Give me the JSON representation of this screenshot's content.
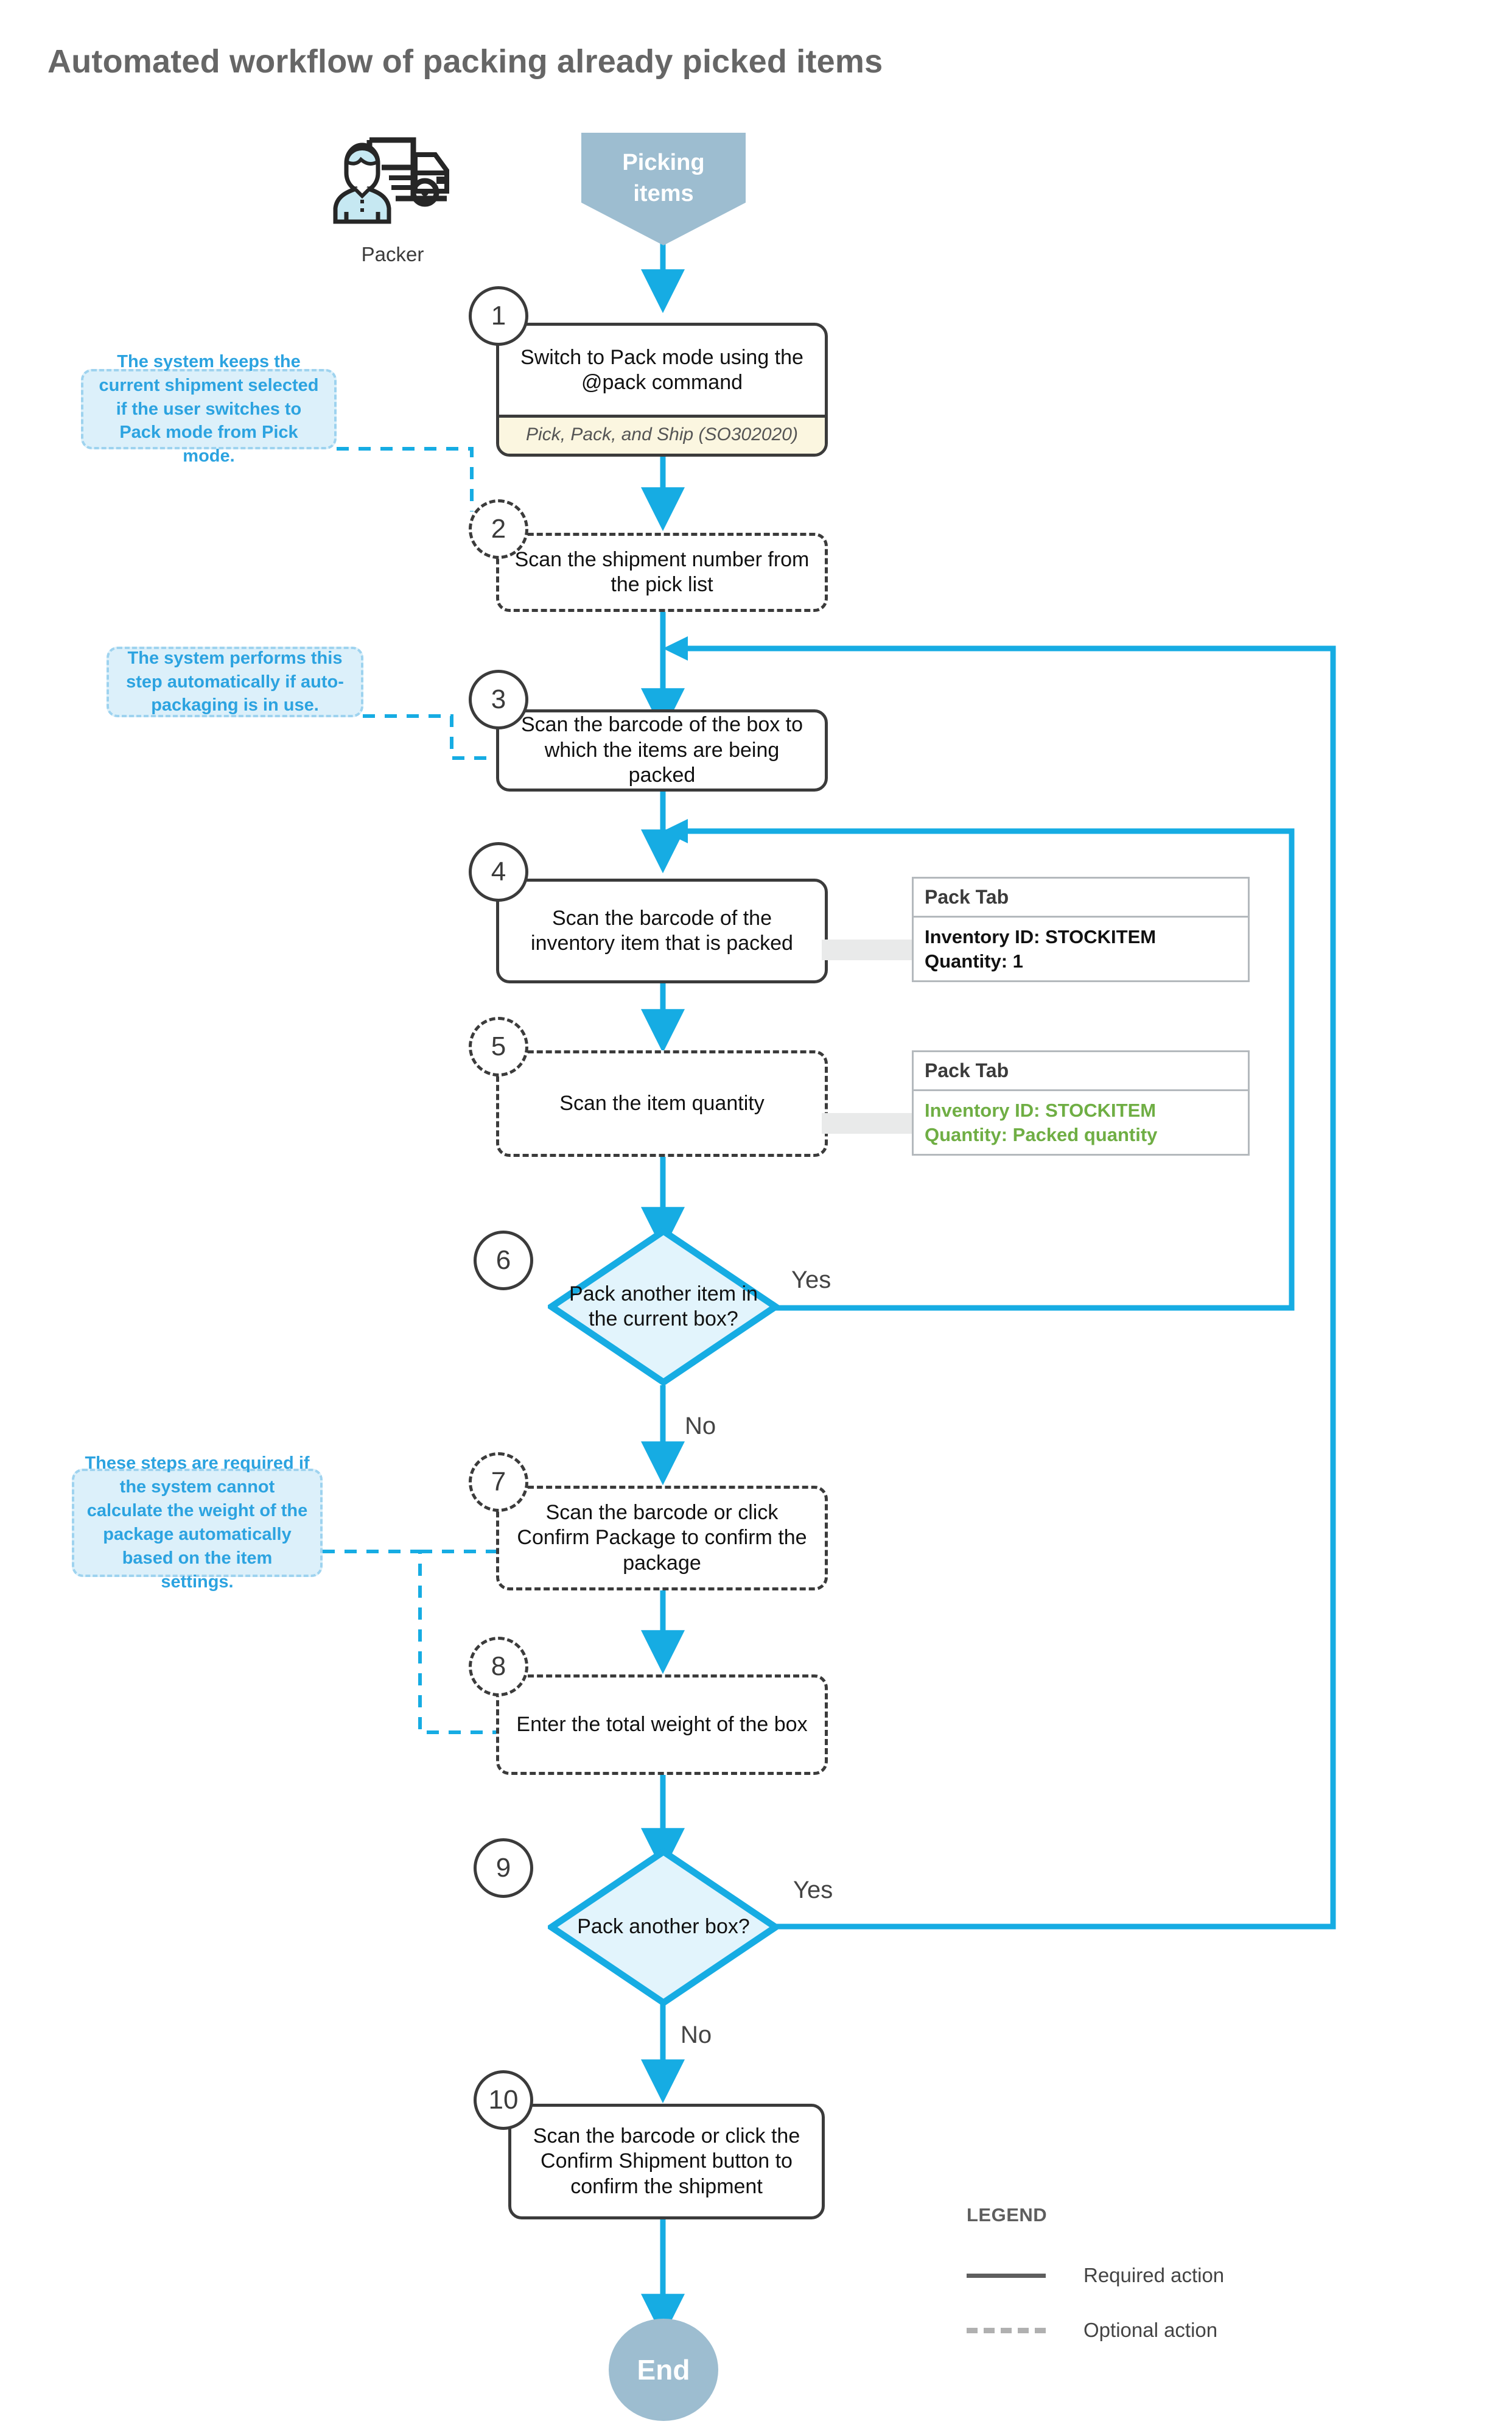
{
  "title": "Automated workflow of packing already picked items",
  "actor": {
    "label": "Packer",
    "icon": "packer-truck-icon"
  },
  "start": {
    "label": "Picking\nitems"
  },
  "end": {
    "label": "End"
  },
  "colors": {
    "flow_arrow": "#16ace3",
    "decision_fill": "#e2f4fc",
    "decision_stroke": "#16ace3",
    "terminator_fill": "#9dbdd0",
    "note_fill": "#dcf0fa",
    "note_border": "#9ed3ef",
    "note_text": "#2ca3e0",
    "required_stroke": "#3b3b3b",
    "title_text": "#666666",
    "panel_border": "#b4b9bd",
    "panel_value_green": "#6fae44",
    "step1_footer_fill": "#fbf6e0"
  },
  "steps": [
    {
      "n": "1",
      "text": "Switch to Pack mode using the @pack command",
      "footer": "Pick, Pack, and Ship (SO302020)",
      "kind": "required"
    },
    {
      "n": "2",
      "text": "Scan the shipment number from the pick list",
      "kind": "optional"
    },
    {
      "n": "3",
      "text": "Scan the barcode of the box to which the items are being packed",
      "kind": "required"
    },
    {
      "n": "4",
      "text": "Scan the barcode of the inventory item that is packed",
      "kind": "required"
    },
    {
      "n": "5",
      "text": "Scan the item quantity",
      "kind": "optional"
    },
    {
      "n": "6",
      "text": "Pack another item in the current box?",
      "kind": "decision",
      "yes": "Yes",
      "no": "No"
    },
    {
      "n": "7",
      "text": "Scan the barcode or click Confirm Package to confirm the package",
      "kind": "optional"
    },
    {
      "n": "8",
      "text": "Enter the total weight of the box",
      "kind": "optional"
    },
    {
      "n": "9",
      "text": "Pack another box?",
      "kind": "decision",
      "yes": "Yes",
      "no": "No"
    },
    {
      "n": "10",
      "text": "Scan the barcode or click the Confirm Shipment button to confirm the shipment",
      "kind": "required"
    }
  ],
  "notes": [
    {
      "id": "note-pack-mode",
      "text": "The system keeps the current shipment selected if the user switches to Pack mode from Pick mode."
    },
    {
      "id": "note-auto-pack",
      "text": "The system performs this step automatically if auto-packaging is in use."
    },
    {
      "id": "note-weight",
      "text": "These steps are required if the system cannot calculate the weight of the package automatically based on the item settings."
    }
  ],
  "panels": [
    {
      "id": "panel-step4",
      "header": "Pack Tab",
      "value": "Inventory ID: STOCKITEM\nQuantity: 1",
      "value_color": "black"
    },
    {
      "id": "panel-step5",
      "header": "Pack Tab",
      "value": "Inventory ID: STOCKITEM\nQuantity: Packed quantity",
      "value_color": "green"
    }
  ],
  "legend": {
    "title": "LEGEND",
    "items": [
      {
        "style": "solid",
        "label": "Required action"
      },
      {
        "style": "dashed",
        "label": "Optional action"
      }
    ]
  },
  "chart_data": {
    "type": "flowchart",
    "title": "Automated workflow of packing already picked items",
    "orientation": "top-to-bottom",
    "nodes": [
      {
        "id": "start",
        "type": "terminator",
        "label": "Picking items"
      },
      {
        "id": "s1",
        "type": "process",
        "step": 1,
        "label": "Switch to Pack mode using the @pack command",
        "annotation": "Pick, Pack, and Ship (SO302020)",
        "required": true
      },
      {
        "id": "s2",
        "type": "process",
        "step": 2,
        "label": "Scan the shipment number from the pick list",
        "required": false
      },
      {
        "id": "s3",
        "type": "process",
        "step": 3,
        "label": "Scan the barcode of the box to which the items are being packed",
        "required": true
      },
      {
        "id": "s4",
        "type": "process",
        "step": 4,
        "label": "Scan the barcode of the inventory item that is packed",
        "required": true
      },
      {
        "id": "s5",
        "type": "process",
        "step": 5,
        "label": "Scan the item quantity",
        "required": false
      },
      {
        "id": "s6",
        "type": "decision",
        "step": 6,
        "label": "Pack another item in the current box?"
      },
      {
        "id": "s7",
        "type": "process",
        "step": 7,
        "label": "Scan the barcode or click Confirm Package to confirm the package",
        "required": false
      },
      {
        "id": "s8",
        "type": "process",
        "step": 8,
        "label": "Enter the total weight of the box",
        "required": false
      },
      {
        "id": "s9",
        "type": "decision",
        "step": 9,
        "label": "Pack another box?"
      },
      {
        "id": "s10",
        "type": "process",
        "step": 10,
        "label": "Scan the barcode or click the Confirm Shipment button to confirm the shipment",
        "required": true
      },
      {
        "id": "end",
        "type": "terminator",
        "label": "End"
      }
    ],
    "edges": [
      {
        "from": "start",
        "to": "s1"
      },
      {
        "from": "s1",
        "to": "s2"
      },
      {
        "from": "s2",
        "to": "s3"
      },
      {
        "from": "s3",
        "to": "s4"
      },
      {
        "from": "s4",
        "to": "s5"
      },
      {
        "from": "s5",
        "to": "s6"
      },
      {
        "from": "s6",
        "to": "s4",
        "label": "Yes"
      },
      {
        "from": "s6",
        "to": "s7",
        "label": "No"
      },
      {
        "from": "s7",
        "to": "s8"
      },
      {
        "from": "s8",
        "to": "s9"
      },
      {
        "from": "s9",
        "to": "s3",
        "label": "Yes"
      },
      {
        "from": "s9",
        "to": "s10",
        "label": "No"
      },
      {
        "from": "s10",
        "to": "end"
      }
    ]
  }
}
